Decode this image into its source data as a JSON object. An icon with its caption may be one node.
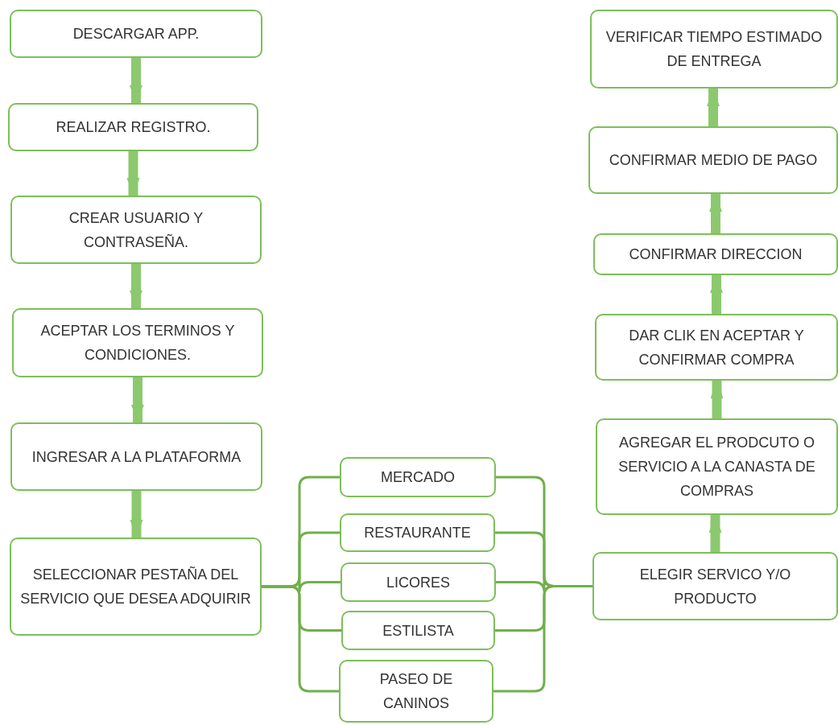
{
  "diagram": {
    "nodes": [
      {
        "text": [
          "DESCARGAR APP."
        ]
      },
      {
        "text": [
          "REALIZAR REGISTRO."
        ]
      },
      {
        "text": [
          "CREAR USUARIO Y CONTRASEÑA."
        ]
      },
      {
        "text": [
          "ACEPTAR LOS TERMINOS Y CONDICIONES."
        ]
      },
      {
        "text": [
          "INGRESAR A LA PLATAFORMA"
        ]
      },
      {
        "text": [
          "SELECCIONAR PESTAÑA DEL SERVICIO QUE DESEA ADQUIRIR"
        ]
      },
      {
        "text": [
          "MERCADO"
        ]
      },
      {
        "text": [
          "RESTAURANTE"
        ]
      },
      {
        "text": [
          "LICORES"
        ]
      },
      {
        "text": [
          "ESTILISTA"
        ]
      },
      {
        "text": [
          "PASEO DE CANINOS"
        ]
      },
      {
        "text": [
          "ELEGIR SERVICO Y/O PRODUCTO"
        ]
      },
      {
        "text": [
          "AGREGAR EL PRODCUTO O SERVICIO A LA CANASTA DE COMPRAS"
        ]
      },
      {
        "text": [
          "DAR CLIK EN ACEPTAR Y CONFIRMAR COMPRA"
        ]
      },
      {
        "text": [
          "CONFIRMAR DIRECCION"
        ]
      },
      {
        "text": [
          "CONFIRMAR MEDIO DE PAGO"
        ]
      },
      {
        "text": [
          "VERIFICAR TIEMPO ESTIMADO DE ENTREGA"
        ]
      }
    ],
    "edges": [
      {
        "from": 0,
        "to": 1,
        "arrow": "to",
        "style": "thick"
      },
      {
        "from": 1,
        "to": 2,
        "arrow": "to",
        "style": "thick"
      },
      {
        "from": 2,
        "to": 3,
        "arrow": "to",
        "style": "thick"
      },
      {
        "from": 3,
        "to": 4,
        "arrow": "to",
        "style": "thick"
      },
      {
        "from": 4,
        "to": 5,
        "arrow": "to",
        "style": "thick"
      },
      {
        "from": 5,
        "to": 6,
        "arrow": "none"
      },
      {
        "from": 5,
        "to": 7,
        "arrow": "none"
      },
      {
        "from": 5,
        "to": 8,
        "arrow": "none"
      },
      {
        "from": 5,
        "to": 9,
        "arrow": "none"
      },
      {
        "from": 5,
        "to": 10,
        "arrow": "none"
      },
      {
        "from": 6,
        "to": 11,
        "arrow": "none"
      },
      {
        "from": 7,
        "to": 11,
        "arrow": "none"
      },
      {
        "from": 8,
        "to": 11,
        "arrow": "none"
      },
      {
        "from": 9,
        "to": 11,
        "arrow": "none"
      },
      {
        "from": 10,
        "to": 11,
        "arrow": "none"
      },
      {
        "from": 11,
        "to": 12,
        "arrow": "to",
        "style": "thick"
      },
      {
        "from": 12,
        "to": 13,
        "arrow": "to",
        "style": "thick"
      },
      {
        "from": 13,
        "to": 14,
        "arrow": "to",
        "style": "thick"
      },
      {
        "from": 14,
        "to": 15,
        "arrow": "to",
        "style": "thick"
      },
      {
        "from": 15,
        "to": 16,
        "arrow": "to",
        "style": "thick"
      }
    ]
  }
}
